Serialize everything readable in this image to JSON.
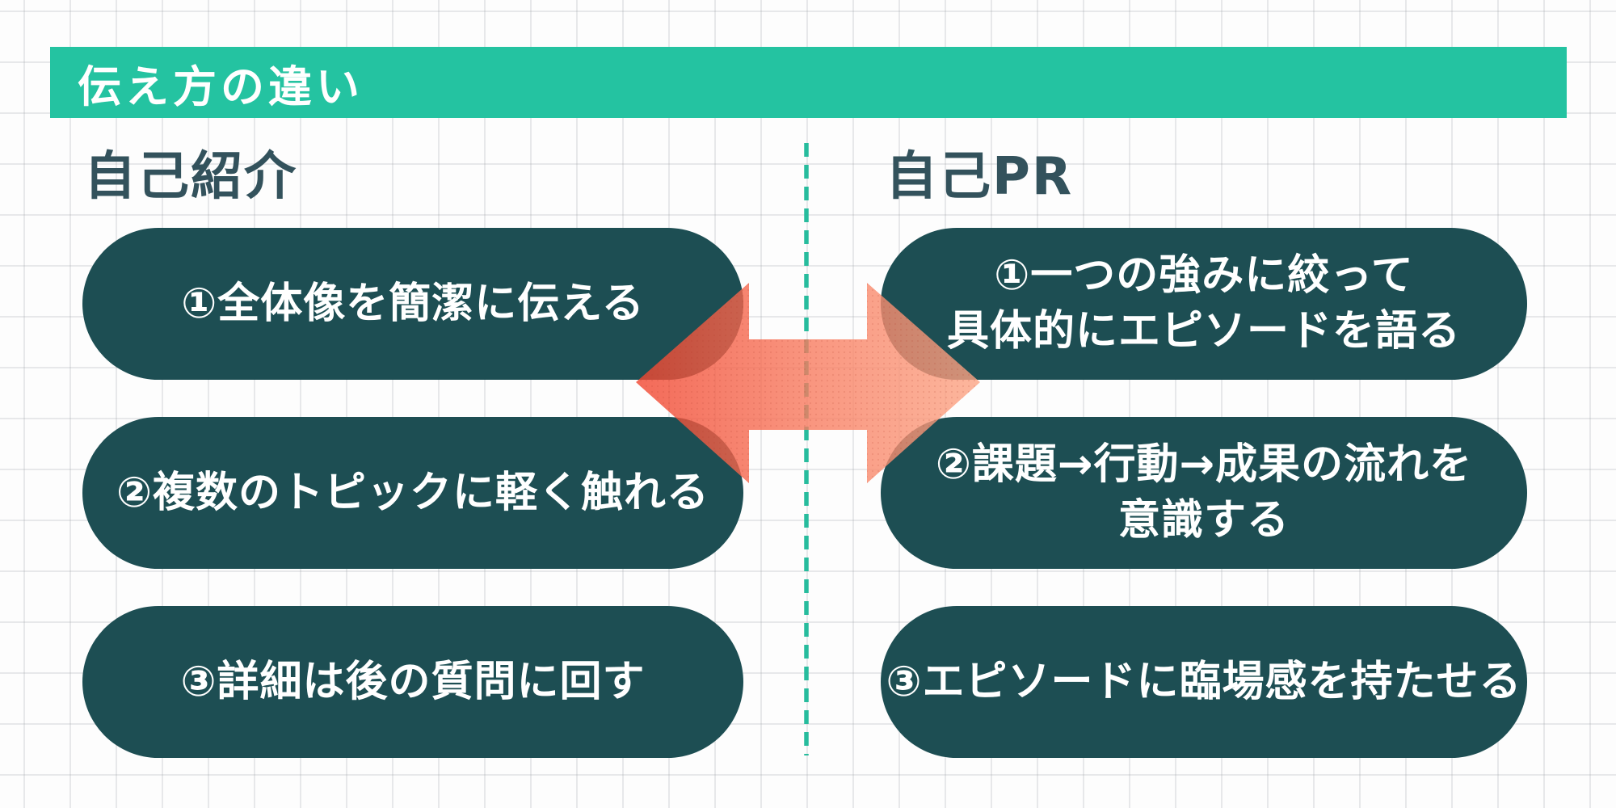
{
  "title_bar": {
    "label": "伝え方の違い",
    "bg_color": "#24C3A1",
    "text_color": "#FFFFFF"
  },
  "left_column": {
    "heading": "自己紹介",
    "items": [
      "①全体像を簡潔に伝える",
      "②複数のトピックに軽く触れる",
      "③詳細は後の質問に回す"
    ]
  },
  "right_column": {
    "heading": "自己PR",
    "items": [
      "①一つの強みに絞って\n具体的にエピソードを語る",
      "②課題→行動→成果の流れを\n意識する",
      "③エピソードに臨場感を持たせる"
    ]
  },
  "divider": {
    "style": "vertical-dashed",
    "color": "#27BC9D"
  },
  "arrow": {
    "icon": "double-horizontal-arrow-icon",
    "color_left": "#F1452F",
    "color_right": "#FCA585"
  },
  "colors": {
    "canvas_bg": "#FDFDFD",
    "grid_line": "#E3E4E8",
    "pill_bg": "#1D4E53",
    "heading_text": "#33525C",
    "pill_text": "#FFFFFF"
  }
}
